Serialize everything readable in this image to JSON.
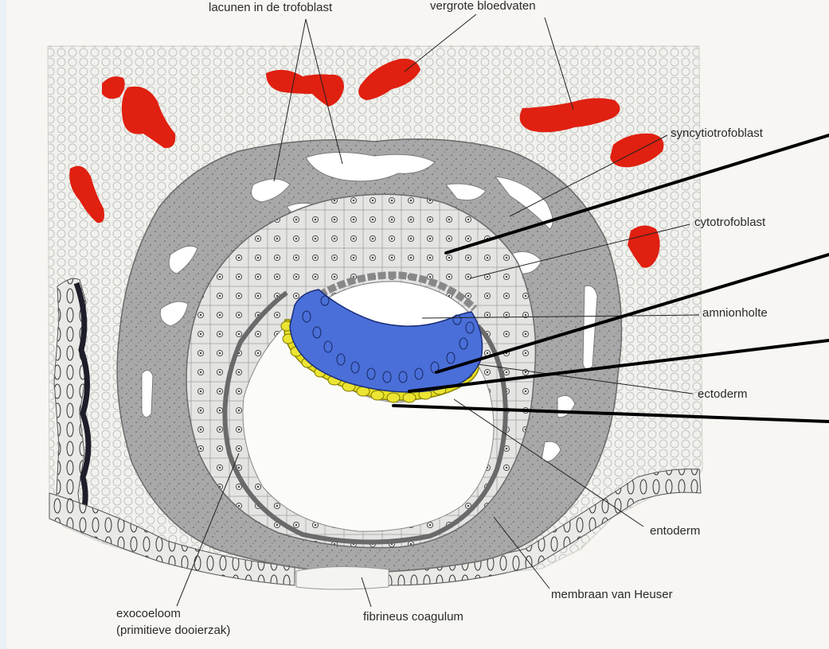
{
  "labels": {
    "lacunen": "lacunen in de trofoblast",
    "bloedvaten": "vergrote bloedvaten",
    "syncytiotrofoblast": "syncytiotrofoblast",
    "cytotrofoblast": "cytotrofoblast",
    "amnionholte": "amnionholte",
    "ectoderm": "ectoderm",
    "entoderm": "entoderm",
    "membraan": "membraan van Heuser",
    "fibrineus": "fibrineus coagulum",
    "exocoeloom_1": "exocoeloom",
    "exocoeloom_2": "(primitieve dooierzak)"
  },
  "colors": {
    "blood": "#e02010",
    "ectoderm_blue": "#4a6fd8",
    "entoderm_yellow": "#e8e020",
    "syncytium_grey": "#a9a9a9",
    "cyto_light": "#e2e2e2",
    "background_tissue": "#efefeb",
    "annotation_line": "#000000"
  }
}
